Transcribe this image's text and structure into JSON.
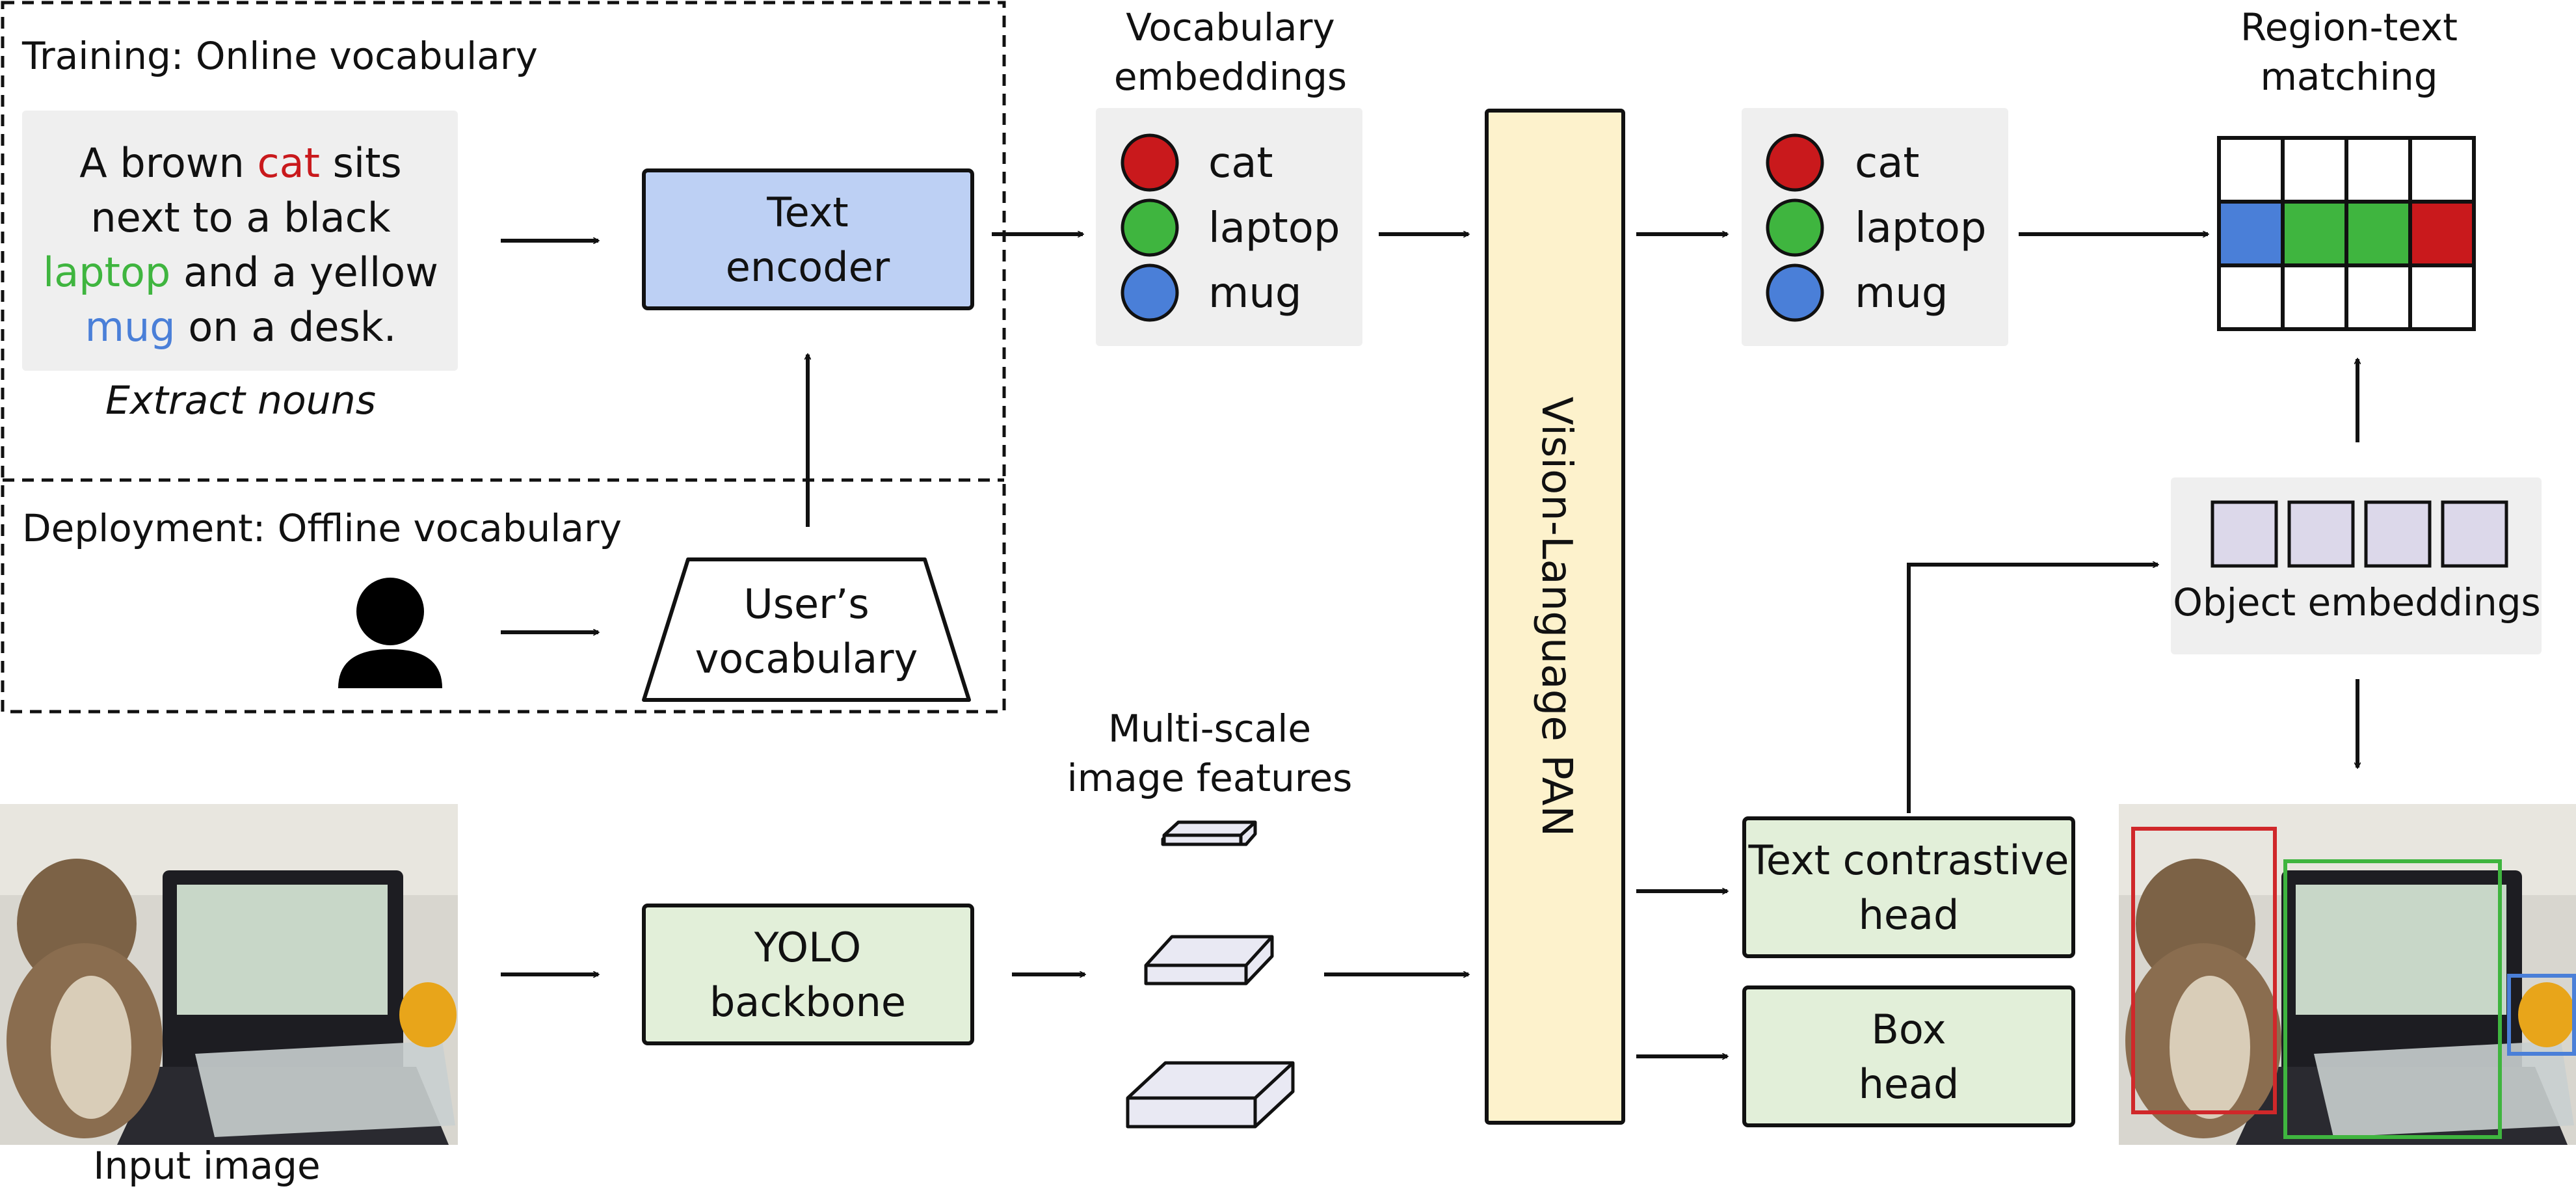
{
  "colors": {
    "text_encoder_fill": "#bdd0f4",
    "green_box_fill": "#e2efd9",
    "pan_fill": "#fdf2cc",
    "gray_panel": "#efefef",
    "object_cell": "#dcd8ea",
    "cat": "#c9191c",
    "laptop": "#3fb53f",
    "mug": "#4a7fd8",
    "object_cat_box": "#d0282a",
    "object_laptop_box": "#3fb53f",
    "object_mug_box": "#4a7fd8"
  },
  "training": {
    "title": "Training: Online vocabulary",
    "caption": {
      "line1_a": "A brown ",
      "line1_cat": "cat",
      "line1_b": " sits",
      "line2": "next to a black",
      "line3_laptop": "laptop",
      "line3_b": " and a yellow",
      "line4_mug": "mug",
      "line4_b": " on a desk."
    },
    "extract_label": "Extract nouns"
  },
  "deployment": {
    "title": "Deployment: Offline vocabulary",
    "user_vocab_line1": "User’s",
    "user_vocab_line2": "vocabulary",
    "user_icon": "person-icon"
  },
  "text_encoder": {
    "line1": "Text",
    "line2": "encoder"
  },
  "vocab_embeddings": {
    "title_line1": "Vocabulary",
    "title_line2": "embeddings",
    "items": [
      "cat",
      "laptop",
      "mug"
    ]
  },
  "pan": {
    "label": "Vision-Language PAN"
  },
  "output_vocab": {
    "items": [
      "cat",
      "laptop",
      "mug"
    ]
  },
  "region_text": {
    "title_line1": "Region-text",
    "title_line2": "matching"
  },
  "object_embeddings": {
    "label": "Object embeddings"
  },
  "multiscale": {
    "line1": "Multi-scale",
    "line2": "image features"
  },
  "yolo": {
    "line1": "YOLO",
    "line2": "backbone"
  },
  "contrastive_head": {
    "line1": "Text contrastive",
    "line2": "head"
  },
  "box_head": {
    "line1": "Box",
    "line2": "head"
  },
  "input_image": {
    "label": "Input image"
  }
}
